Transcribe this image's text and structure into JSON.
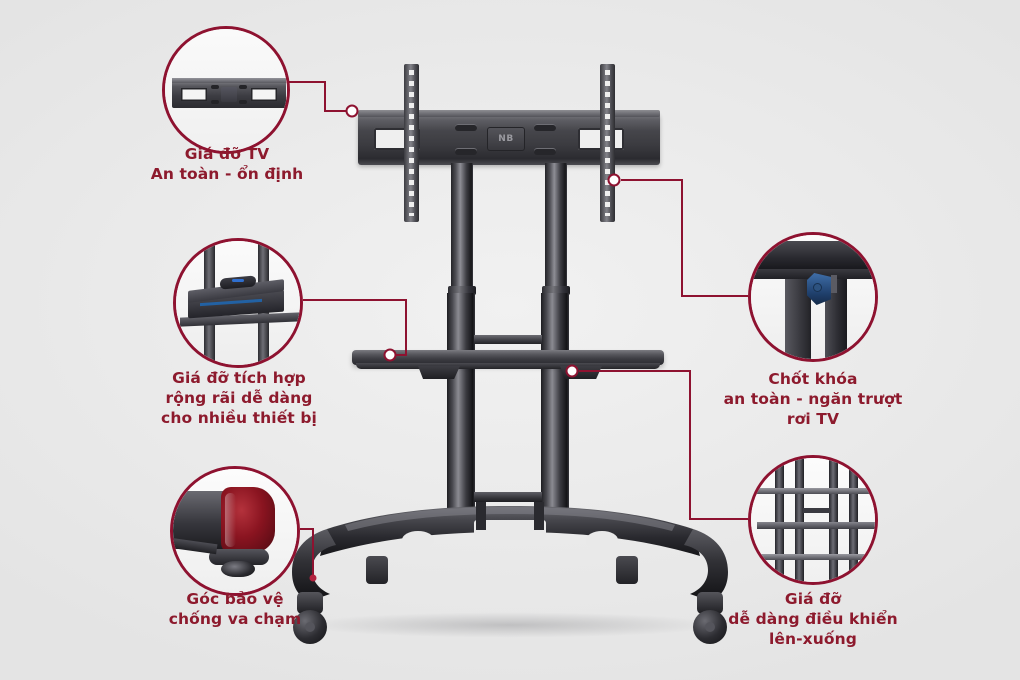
{
  "page": {
    "title": "Giá đỡ TV di động - sơ đồ tính năng",
    "background_color": "#eaeaea",
    "accent_color": "#8e1230",
    "text_color": "#8d1a2d",
    "brand_logo": "NB"
  },
  "callouts": [
    {
      "id": "tv-bracket",
      "position": "top-left",
      "detail_icon": "tv-wall-bracket-icon",
      "caption_line1": "Giá đỡ TV",
      "caption_line2": "An toàn - ổn định",
      "caption": "Giá đỡ TV\nAn toàn - ổn định"
    },
    {
      "id": "integrated-shelf",
      "position": "middle-left",
      "detail_icon": "console-on-shelf-icon",
      "caption_line1": "Giá đỡ tích hợp",
      "caption_line2": "rộng rãi dễ dàng",
      "caption_line3": "cho nhiều thiết bị",
      "caption": "Giá đỡ tích hợp\nrộng rãi dễ dàng\ncho nhiều thiết bị"
    },
    {
      "id": "corner-guard",
      "position": "bottom-left",
      "detail_icon": "red-corner-bumper-icon",
      "caption_line1": "Góc bảo vệ",
      "caption_line2": "chống va chạm",
      "caption": "Góc bảo vệ\nchống va chạm"
    },
    {
      "id": "safety-latch",
      "position": "middle-right",
      "detail_icon": "blue-lock-pin-icon",
      "caption_line1": "Chốt khóa",
      "caption_line2": "an toàn - ngăn trượt",
      "caption_line3": "rơi TV",
      "caption": "Chốt khóa\nan toàn - ngăn trượt\nrơi TV"
    },
    {
      "id": "height-adjust",
      "position": "bottom-right",
      "detail_icon": "height-positions-icon",
      "caption_line1": "Giá đỡ",
      "caption_line2": "dễ dàng điều khiển",
      "caption_line3": "lên-xuống",
      "caption": "Giá đỡ\ndễ dàng điều khiển\nlên-xuống"
    }
  ],
  "product": {
    "name": "mobile-tv-cart",
    "parts": [
      {
        "name": "tv-mount-crossbar"
      },
      {
        "name": "vesa-vertical-rail-left"
      },
      {
        "name": "vesa-vertical-rail-right"
      },
      {
        "name": "telescopic-column-left"
      },
      {
        "name": "telescopic-column-right"
      },
      {
        "name": "av-shelf"
      },
      {
        "name": "base-frame"
      },
      {
        "name": "caster-wheel-front-left"
      },
      {
        "name": "caster-wheel-front-right"
      },
      {
        "name": "caster-wheel-rear-left"
      },
      {
        "name": "caster-wheel-rear-right"
      }
    ]
  }
}
